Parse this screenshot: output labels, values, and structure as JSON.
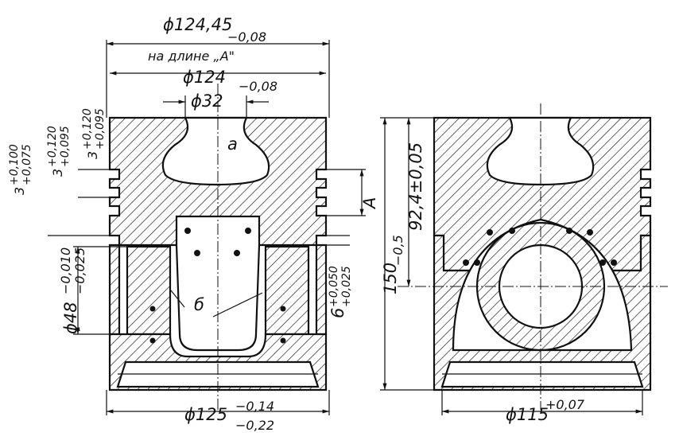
{
  "left_view": {
    "dim_top_outer": "ϕ124,45",
    "dim_top_outer_tol": "−0,08",
    "dim_top_note": "на длине „A\"",
    "dim_top_mid": "ϕ124",
    "dim_top_mid_tol": "−0,08",
    "dim_top_inner": "ϕ32",
    "label_a": "a",
    "label_b": "б",
    "dim_bottom": "ϕ125",
    "dim_bottom_tol_upper": "−0,14",
    "dim_bottom_tol_lower": "−0,22",
    "ring_groove_1": "3",
    "ring_groove_1_tol_upper": "+0,100",
    "ring_groove_1_tol_lower": "+0,075",
    "ring_groove_2": "3",
    "ring_groove_2_tol_upper": "+0,120",
    "ring_groove_2_tol_lower": "+0,095",
    "ring_groove_3": "3",
    "ring_groove_3_tol_upper": "+0,120",
    "ring_groove_3_tol_lower": "+0,095",
    "pin_bore": "ϕ48",
    "pin_bore_tol_upper": "−0,010",
    "pin_bore_tol_lower": "−0,025",
    "oil_groove": "6",
    "oil_groove_tol_upper": "+0,050",
    "oil_groove_tol_lower": "+0,025",
    "zone_A": "A"
  },
  "right_view": {
    "dim_height": "150",
    "dim_height_tol": "−0,5",
    "dim_pin_height": "92,4±0,05",
    "dim_bottom": "ϕ115",
    "dim_bottom_tol": "+0,07"
  }
}
